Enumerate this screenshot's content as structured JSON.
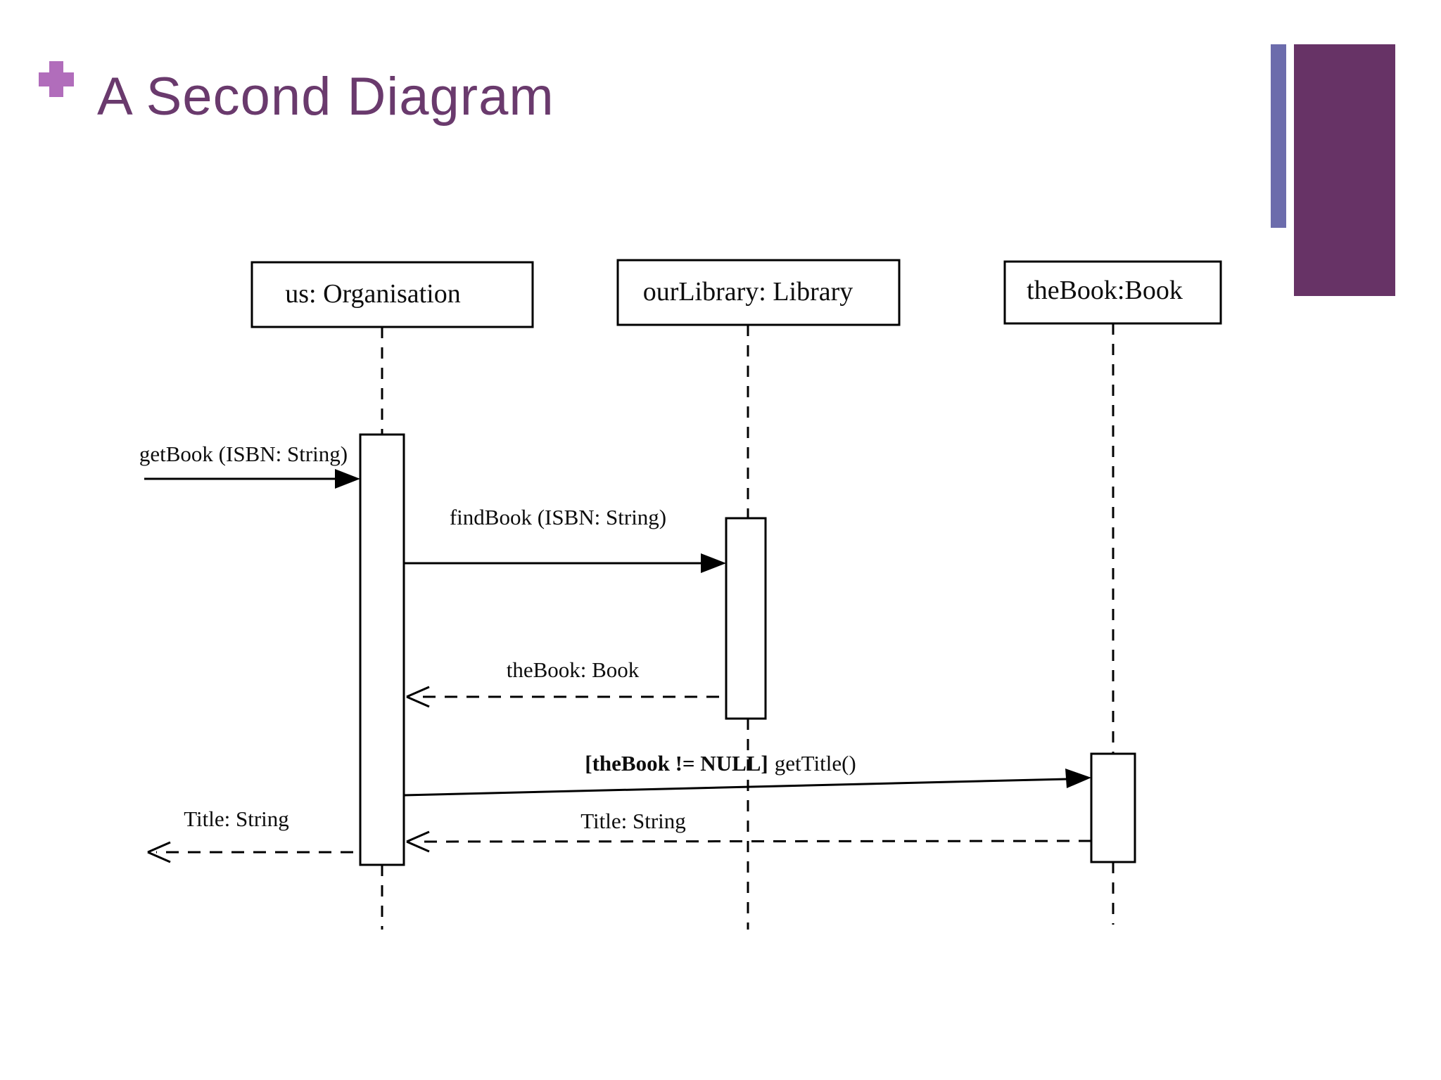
{
  "slide": {
    "title": "A Second Diagram",
    "colors": {
      "title_text": "#6a3a6d",
      "plus_icon": "#b16dbb",
      "side_bar_thin": "#6c6cac",
      "side_bar_thick": "#673366",
      "diagram_line": "#000000",
      "background": "#ffffff"
    }
  },
  "diagram": {
    "type": "uml-sequence",
    "lifelines": [
      {
        "id": "us",
        "label": "us: Organisation"
      },
      {
        "id": "ourLibrary",
        "label": "ourLibrary: Library"
      },
      {
        "id": "theBook",
        "label": "theBook:Book"
      }
    ],
    "messages": [
      {
        "from": "environment",
        "to": "us",
        "label": "getBook (ISBN: String)",
        "kind": "call"
      },
      {
        "from": "us",
        "to": "ourLibrary",
        "label": "findBook (ISBN: String)",
        "kind": "call"
      },
      {
        "from": "ourLibrary",
        "to": "us",
        "label": "theBook: Book",
        "kind": "return"
      },
      {
        "from": "us",
        "to": "theBook",
        "guard": "[theBook != NULL]",
        "label": "getTitle()",
        "kind": "call"
      },
      {
        "from": "theBook",
        "to": "us",
        "label": "Title: String",
        "kind": "return"
      },
      {
        "from": "us",
        "to": "environment",
        "label": "Title: String",
        "kind": "return"
      }
    ]
  }
}
